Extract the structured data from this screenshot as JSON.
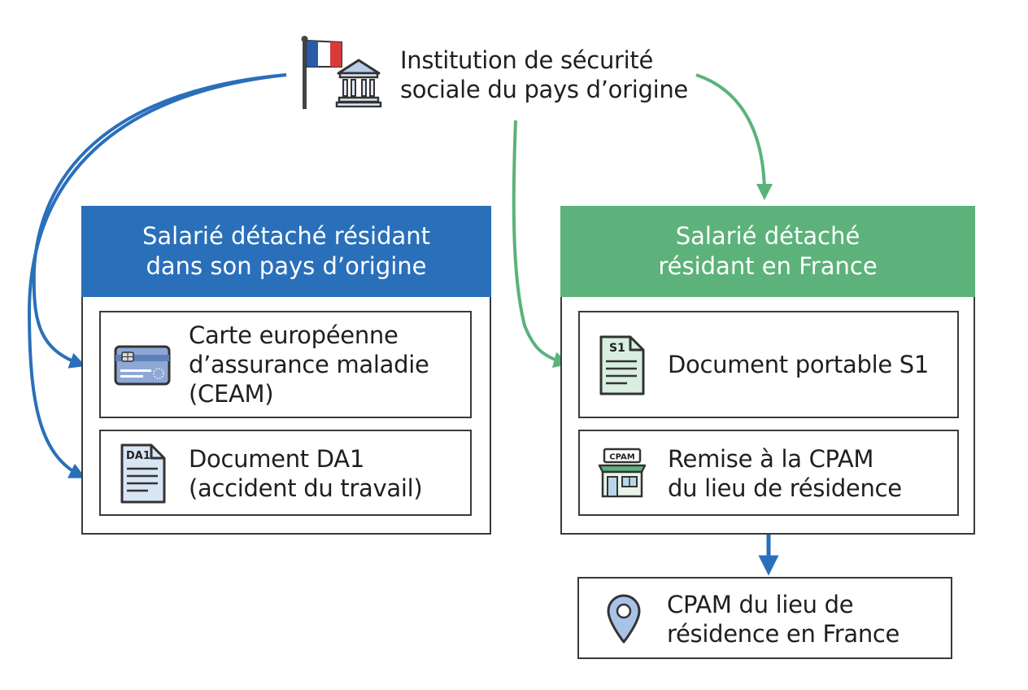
{
  "origin": {
    "title_line1": "Institution de sécurité",
    "title_line2": "sociale du pays d’origine",
    "icons": [
      "france-flag-icon",
      "bank-building-icon"
    ]
  },
  "left_panel": {
    "title_line1": "Salarié détaché résidant",
    "title_line2": "dans son pays d’origine",
    "color": "#2a6fba",
    "items": [
      {
        "icon": "health-card-icon",
        "line1": "Carte européenne",
        "line2": "d’assurance maladie",
        "line3": "(CEAM)"
      },
      {
        "icon": "document-icon",
        "badge": "DA1",
        "line1": "Document DA1",
        "line2": "(accident du travail)"
      }
    ]
  },
  "right_panel": {
    "title_line1": "Salarié détaché",
    "title_line2": "résidant en France",
    "color": "#5cb27a",
    "items": [
      {
        "icon": "document-icon",
        "badge": "S1",
        "line1": "Document portable S1"
      },
      {
        "icon": "storefront-icon",
        "badge": "CPAM",
        "line1": "Remise à la CPAM",
        "line2": "du lieu de résidence"
      }
    ]
  },
  "destination": {
    "icon": "location-pin-icon",
    "line1": "CPAM du lieu de",
    "line2": "résidence en France"
  },
  "colors": {
    "blue": "#2a6fba",
    "green": "#5cb27a",
    "border": "#3a3a3a"
  }
}
